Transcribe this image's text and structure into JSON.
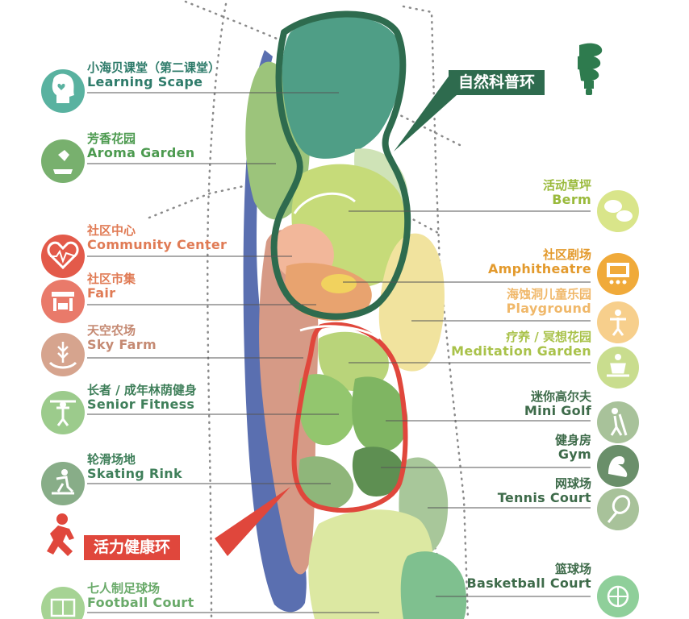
{
  "colors": {
    "nature_ring": "#2e6b4e",
    "health_ring": "#e0473c",
    "teal": "#4f9e86",
    "sage": "#8fb67a",
    "lime": "#c6db79",
    "salmon": "#d69a86",
    "orange": "#e8a36f",
    "pale_yellow": "#f1e39e",
    "blue_path": "#5a6fb0"
  },
  "rings": {
    "nature": "自然科普环",
    "health": "活力健康环"
  },
  "left_labels": [
    {
      "id": "learning-scape",
      "cn": "小海贝课堂（第二课堂）",
      "en": "Learning Scape",
      "color": "#2e7b6a",
      "icon": "head-heart-icon"
    },
    {
      "id": "aroma-garden",
      "cn": "芳香花园",
      "en": "Aroma Garden",
      "color": "#4c9a4f",
      "icon": "hand-bird-icon"
    },
    {
      "id": "community-center",
      "cn": "社区中心",
      "en": "Community Center",
      "color": "#e07b55",
      "icon": "heart-pulse-icon"
    },
    {
      "id": "fair",
      "cn": "社区市集",
      "en": "Fair",
      "color": "#e07b55",
      "icon": "market-stall-icon"
    },
    {
      "id": "sky-farm",
      "cn": "天空农场",
      "en": "Sky Farm",
      "color": "#c58a73",
      "icon": "wheat-hand-icon"
    },
    {
      "id": "senior-fitness",
      "cn": "长者 / 成年林荫健身",
      "en": "Senior Fitness",
      "color": "#3f7f5a",
      "icon": "weightlifter-icon"
    },
    {
      "id": "skating-rink",
      "cn": "轮滑场地",
      "en": "Skating Rink",
      "color": "#3f7f5a",
      "icon": "skateboarder-icon"
    },
    {
      "id": "football-court",
      "cn": "七人制足球场",
      "en": "Football Court",
      "color": "#6aaa6a",
      "icon": "football-field-icon"
    }
  ],
  "right_labels": [
    {
      "id": "berm",
      "cn": "活动草坪",
      "en": "Berm",
      "color": "#9aba3c",
      "icon": "speech-bubbles-icon"
    },
    {
      "id": "amphitheatre",
      "cn": "社区剧场",
      "en": "Amphitheatre",
      "color": "#e39a2d",
      "icon": "theatre-stage-icon"
    },
    {
      "id": "playground",
      "cn": "海蚀洞儿童乐园",
      "en": "Playground",
      "color": "#f0b86a",
      "icon": "child-play-icon"
    },
    {
      "id": "meditation-garden",
      "cn": "疗养 / 冥想花园",
      "en": "Meditation Garden",
      "color": "#a9c24a",
      "icon": "meditation-icon"
    },
    {
      "id": "mini-golf",
      "cn": "迷你高尔夫",
      "en": "Mini Golf",
      "color": "#3e6b4a",
      "icon": "golfer-icon"
    },
    {
      "id": "gym",
      "cn": "健身房",
      "en": "Gym",
      "color": "#3e6b4a",
      "icon": "muscle-arm-icon"
    },
    {
      "id": "tennis-court",
      "cn": "网球场",
      "en": "Tennis Court",
      "color": "#3e6b4a",
      "icon": "tennis-racket-icon"
    },
    {
      "id": "basketball-court",
      "cn": "篮球场",
      "en": "Basketball Court",
      "color": "#3e6b4a",
      "icon": "basketball-icon"
    }
  ]
}
